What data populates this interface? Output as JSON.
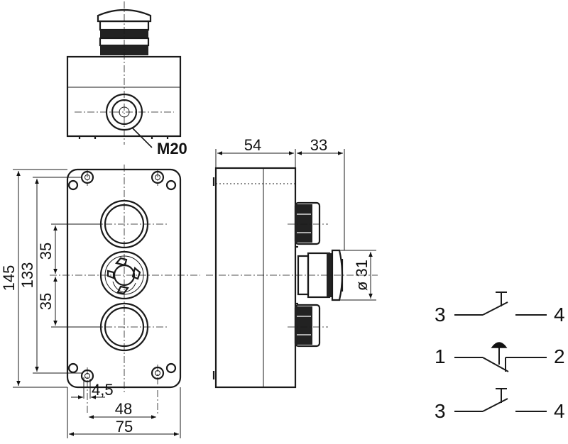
{
  "top_view": {
    "thread_label": "M20"
  },
  "front_view": {
    "dims": {
      "overall_height": "145",
      "hole_height": "133",
      "pitch_upper": "35",
      "pitch_lower": "35",
      "hole_offset": "4,5",
      "hole_width": "48",
      "overall_width": "75"
    }
  },
  "side_view": {
    "dims": {
      "depth": "54",
      "button_projection": "33",
      "button_diameter": "ø 31"
    }
  },
  "schematic": {
    "contacts": [
      {
        "left": "3",
        "right": "4",
        "type": "NO"
      },
      {
        "left": "1",
        "right": "2",
        "type": "NC-mushroom"
      },
      {
        "left": "3",
        "right": "4",
        "type": "NO"
      }
    ]
  }
}
